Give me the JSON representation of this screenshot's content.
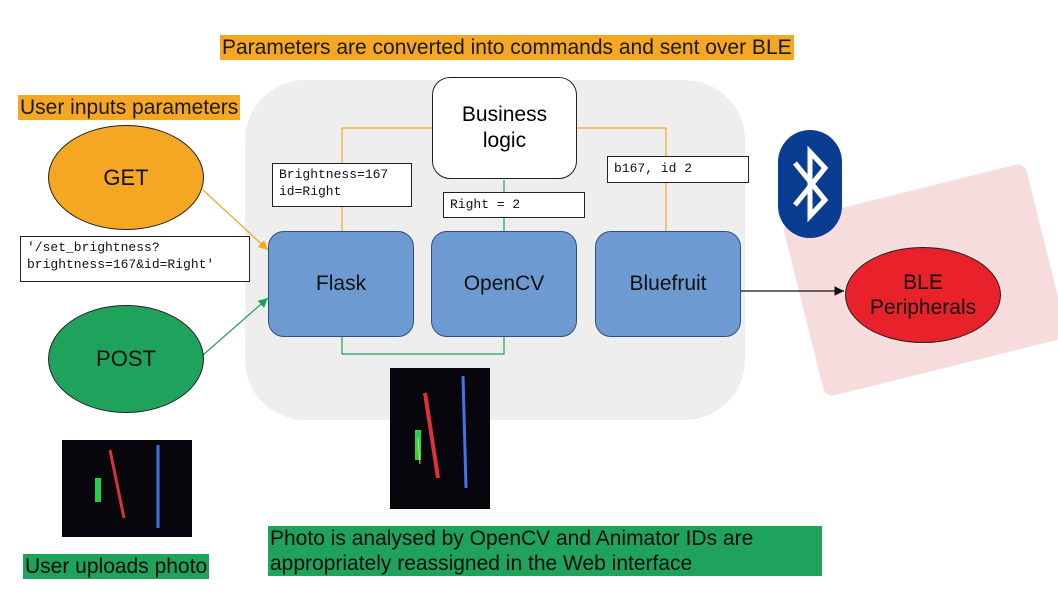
{
  "headings": {
    "ble_caption": "Parameters are converted into commands and sent over BLE",
    "user_inputs": "User inputs parameters",
    "user_uploads": "User uploads photo",
    "opencv_caption": "Photo is analysed by OpenCV and Animator IDs are appropriately reassigned in the Web interface"
  },
  "nodes": {
    "get": "GET",
    "post": "POST",
    "flask": "Flask",
    "opencv": "OpenCV",
    "bluefruit": "Bluefruit",
    "business_logic": "Business logic",
    "ble_peripherals": "BLE Peripherals"
  },
  "code_labels": {
    "get_url": "'/set_brightness?\nbrightness=167&id=Right'",
    "flask_params": "Brightness=167\nid=Right",
    "opencv_result": "Right = 2",
    "ble_command": "b167, id 2"
  },
  "icons": [
    "bluetooth-icon"
  ],
  "colors": {
    "orange": "#f5a623",
    "green": "#1fa35c",
    "blue_box": "#6d9bd1",
    "red": "#e8212a",
    "bluetooth": "#0a3d91"
  }
}
